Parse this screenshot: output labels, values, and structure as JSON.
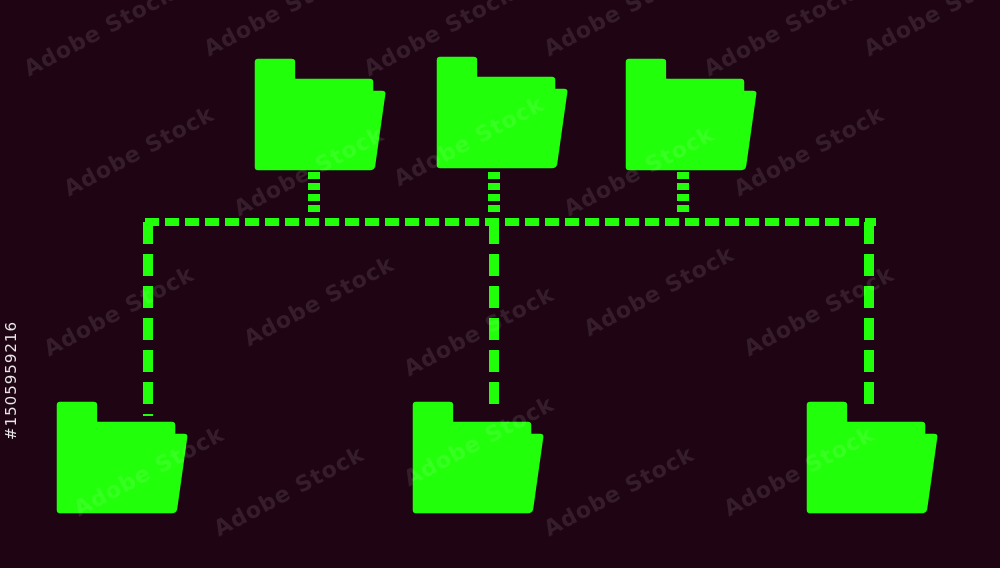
{
  "colors": {
    "background": "#1f0414",
    "folder": "#22ff0a",
    "connector": "#22ff0a"
  },
  "diagram": {
    "type": "folder-hierarchy",
    "top_folders": 3,
    "bottom_folders": 3,
    "connector_style": "dashed",
    "icons": [
      "folder-icon"
    ]
  },
  "watermark": {
    "text": "Adobe Stock",
    "stock_id": "#1505959216"
  }
}
